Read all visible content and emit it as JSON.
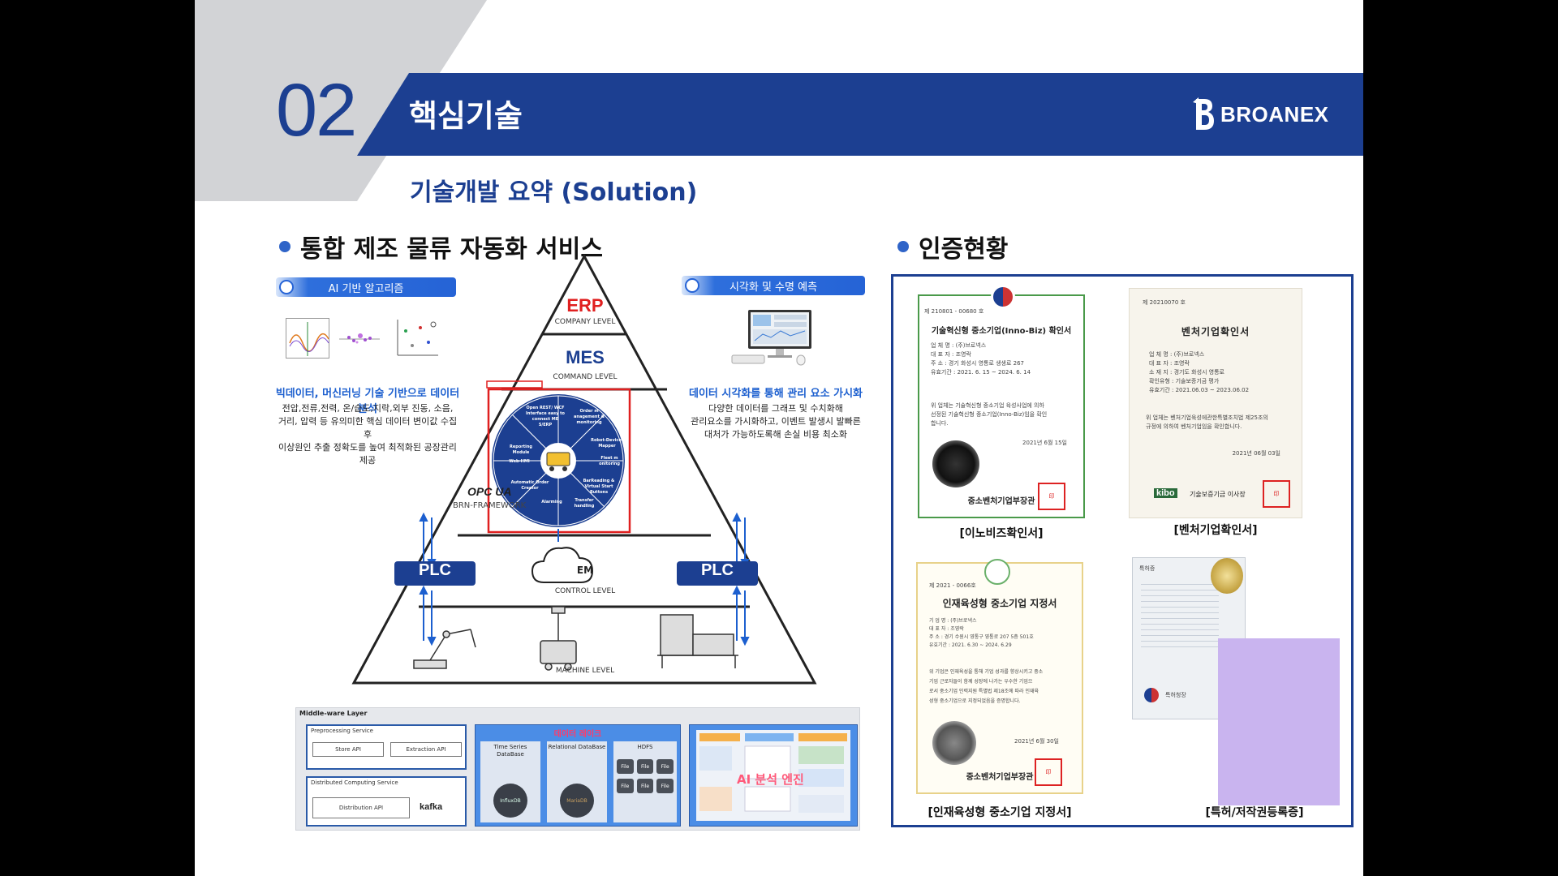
{
  "header": {
    "section_number": "02",
    "section_title": "핵심기술",
    "logo_text": "BROANEX",
    "subtitle": "기술개발 요약 (Solution)"
  },
  "left_section": {
    "heading": "통합 제조 물류 자동화 서비스",
    "ai_pill": "AI 기반 알고리즘",
    "ai_heading": "빅데이터, 머신러닝 기술 기반으로 데이터 분석",
    "ai_desc": [
      "전압,전류,전력, 온/습도,지락,외부 진동, 소음,",
      "거리, 압력 등 유의미한 핵심 데이터 변이값 수집 후",
      "이상원인 추출 정확도를 높여 최적화된 공장관리 제공"
    ],
    "vis_pill": "시각화 및 수명 예측",
    "vis_heading": "데이터 시각화를 통해 관리 요소 가시화",
    "vis_desc": [
      "다양한 데이터를 그래프 및 수치화해",
      "관리요소를 가시화하고, 이벤트 발생시 발빠른",
      "대처가 가능하도록해 손실 비용 최소화"
    ],
    "pyramid": {
      "erp": "ERP",
      "erp_level": "COMPANY LEVEL",
      "mes": "MES",
      "mes_level": "COMMAND LEVEL",
      "opcua": "OPC UA",
      "framework": "BRN-FRAMEWORK",
      "plc_left": "PLC",
      "plc_right": "PLC",
      "em": "EM",
      "control_level": "CONTROL LEVEL",
      "machine_level": "MACHINE LEVEL",
      "wheel": {
        "s1": "Open REST/ WCF Interface easy to connect ME S/ERP",
        "s2": "Order m anagement & monitoring",
        "s3": "Robot-Device-Mapper",
        "s4": "Fleet m onitoring",
        "s5": "Reporting Module",
        "s6": "Web-HMI",
        "s7": "Automatic Order Creator",
        "s8": "BarReading & Virtual Start Buttons",
        "s9": "Alarming",
        "s10": "Transfer handling"
      }
    },
    "middleware": {
      "title": "Middle-ware Layer",
      "preprocessing": "Preprocessing Service",
      "store_api": "Store API",
      "extraction_api": "Extraction API",
      "distributed": "Distributed Computing Service",
      "distribution_api": "Distribution API",
      "kafka": "kafka",
      "lake_title": "데이터 레이크",
      "ts_db": "Time Series DataBase",
      "rel_db": "Relational DataBase",
      "hdfs": "HDFS",
      "influx": "InfluxDB",
      "maria": "MariaDB",
      "file": "File",
      "ai_engine": "AI 분석 엔진"
    }
  },
  "right_section": {
    "heading": "인증현황",
    "certs": [
      {
        "caption": "[이노비즈확인서]",
        "number": "제 210801 - 00680 호",
        "title": "기술혁신형 중소기업(Inno-Biz) 확인서",
        "rows": [
          "업 체 명 : (주)브로넥스",
          "대 표 자 : 조영락",
          "주 소 : 경기 화성시 영통로 생생로 267",
          "유효기간 : 2021. 6. 15 ~ 2024. 6. 14"
        ],
        "body": [
          "위 업체는 기술혁신형 중소기업 육성사업에 의하",
          "선정된 기술혁신형 중소기업(Inno-Biz)임을 확인",
          "합니다."
        ],
        "date": "2021년 6월 15일",
        "issuer": "중소벤처기업부장관"
      },
      {
        "caption": "[벤처기업확인서]",
        "number": "제 20210070 호",
        "title": "벤처기업확인서",
        "rows": [
          "업 체 명 : (주)브로넥스",
          "대 표 자 : 조영락",
          "소 재 지 : 경기도 화성시 영통로",
          "확인유형 : 기술보증기금 평가",
          "유효기간 : 2021.06.03 ~ 2023.06.02"
        ],
        "body": [
          "위 업체는 벤처기업육성에관한특별조치법 제25조의",
          "규정에 의하여 벤처기업임을 확인합니다."
        ],
        "date": "2021년 06월 03일",
        "issuer": "기술보증기금 이사장",
        "logo": "kibo"
      },
      {
        "caption": "[인재육성형 중소기업 지정서]",
        "number": "제 2021 - 0066호",
        "title": "인재육성형 중소기업 지정서",
        "rows": [
          "기 업 명 : (주)브로넥스",
          "대 표 자 : 조영락",
          "주 소 : 경기 수원시 영통구 영통로 207 5층 501호",
          "유효기간 : 2021. 6.30 ~ 2024. 6.29"
        ],
        "body": [
          "위 기업은 인재육성을 통해 기업 성과를 향상시키고 중소",
          "기업 근로자들이 함께 성장에 나가는 우수한 기업으",
          "로서 중소기업 인력지원 특별법 제18조에 따라 인재육",
          "성형 중소기업으로 지정되었음을 증명합니다."
        ],
        "date": "2021년 6월 30일",
        "issuer": "중소벤처기업부장관"
      },
      {
        "caption": "[특허/저작권등록증]",
        "title": "특허증",
        "issuer": "특허청장"
      }
    ]
  }
}
